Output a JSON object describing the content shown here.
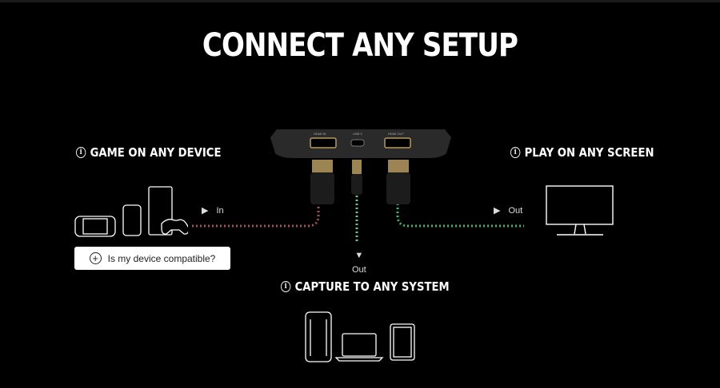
{
  "title": "CONNECT ANY SETUP",
  "sections": {
    "game": "GAME ON ANY DEVICE",
    "play": "PLAY ON ANY SCREEN",
    "capture": "CAPTURE TO ANY SYSTEM"
  },
  "device": {
    "port_hdmi_in": "HDMI IN",
    "port_usb": "USB C",
    "port_hdmi_out": "HDMI OUT"
  },
  "flow": {
    "in": "In",
    "out_right": "Out",
    "out_down": "Out"
  },
  "compat_button": "Is my device compatible?"
}
